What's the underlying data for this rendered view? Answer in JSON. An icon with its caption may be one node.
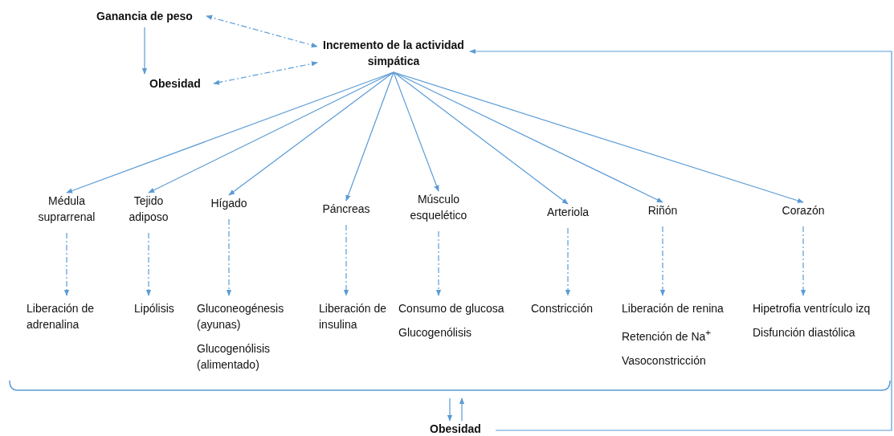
{
  "diagram": {
    "nodes": [
      {
        "text": [
          "Ganancia de peso"
        ]
      },
      {
        "text": [
          "Obesidad"
        ]
      },
      {
        "text": [
          "Incremento de la actividad simpática"
        ]
      },
      {
        "text": [
          "Médula suprarrenal"
        ]
      },
      {
        "text": [
          "Tejido adiposo"
        ]
      },
      {
        "text": [
          "Hígado"
        ]
      },
      {
        "text": [
          "Páncreas"
        ]
      },
      {
        "text": [
          "Músculo esquelético"
        ]
      },
      {
        "text": [
          "Arteriola"
        ]
      },
      {
        "text": [
          "Riñón"
        ]
      },
      {
        "text": [
          "Corazón"
        ]
      },
      {
        "text": [
          "Liberación de adrenalina"
        ]
      },
      {
        "text": [
          "Lipólisis"
        ]
      },
      {
        "text": [
          "Gluconeogénesis (ayunas)",
          "Glucogenólisis (alimentado)"
        ]
      },
      {
        "text": [
          "Liberación de insulina"
        ]
      },
      {
        "text": [
          "Consumo de glucosa",
          "Glucogenólisis"
        ]
      },
      {
        "text": [
          "Constricción"
        ]
      },
      {
        "text": [
          "Liberación de renina",
          "Retención de Na$^{+}$",
          "Vasoconstricción"
        ]
      },
      {
        "text": [
          "Hipetrofia ventrículo izq",
          "Disfunción diastólica"
        ]
      },
      {
        "text": [],
        "shape": "bracket"
      },
      {
        "text": [
          "Obesidad"
        ]
      }
    ],
    "edges": [
      {
        "from": 0,
        "to": 1,
        "arrow": "to"
      },
      {
        "from": 0,
        "to": 2,
        "arrow": "both",
        "style": "dashed"
      },
      {
        "from": 2,
        "to": 1,
        "arrow": "both",
        "style": "dashed"
      },
      {
        "from": 2,
        "to": 3,
        "arrow": "to"
      },
      {
        "from": 2,
        "to": 4,
        "arrow": "to"
      },
      {
        "from": 2,
        "to": 5,
        "arrow": "to"
      },
      {
        "from": 2,
        "to": 6,
        "arrow": "to"
      },
      {
        "from": 2,
        "to": 7,
        "arrow": "to"
      },
      {
        "from": 2,
        "to": 8,
        "arrow": "to"
      },
      {
        "from": 2,
        "to": 9,
        "arrow": "to"
      },
      {
        "from": 2,
        "to": 10,
        "arrow": "to"
      },
      {
        "from": 3,
        "to": 11,
        "arrow": "to",
        "style": "dashed"
      },
      {
        "from": 4,
        "to": 12,
        "arrow": "to",
        "style": "dashed"
      },
      {
        "from": 5,
        "to": 13,
        "arrow": "to",
        "style": "dashed"
      },
      {
        "from": 6,
        "to": 14,
        "arrow": "to",
        "style": "dashed"
      },
      {
        "from": 7,
        "to": 15,
        "arrow": "to",
        "style": "dashed"
      },
      {
        "from": 8,
        "to": 16,
        "arrow": "to",
        "style": "dashed"
      },
      {
        "from": 9,
        "to": 17,
        "arrow": "to",
        "style": "dashed"
      },
      {
        "from": 10,
        "to": 18,
        "arrow": "to",
        "style": "dashed"
      },
      {
        "from": 19,
        "to": 20,
        "arrow": "to"
      },
      {
        "from": 20,
        "to": 19,
        "arrow": "to"
      },
      {
        "from": 20,
        "to": 2,
        "arrow": "to"
      }
    ]
  }
}
